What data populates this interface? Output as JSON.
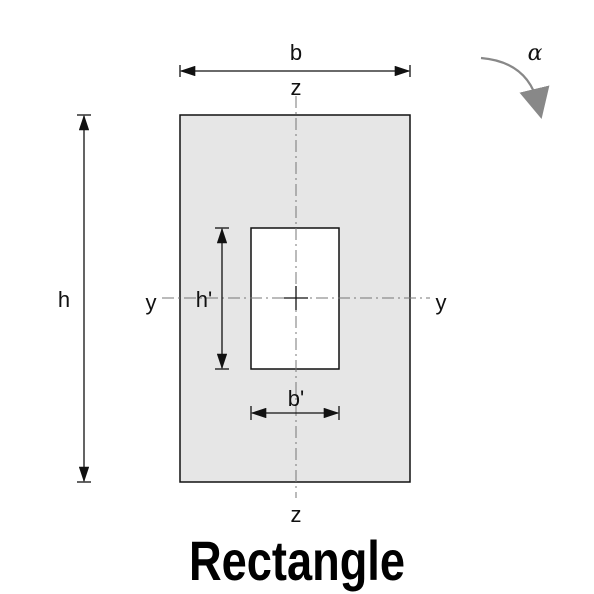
{
  "diagram": {
    "title": "Rectangle",
    "labels": {
      "outer_width": "b",
      "outer_height": "h",
      "inner_width": "b'",
      "inner_height": "h'",
      "axis_vertical_top": "z",
      "axis_vertical_bottom": "z",
      "axis_horizontal_left": "y",
      "axis_horizontal_right": "y",
      "rotation": "α"
    },
    "colors": {
      "section_fill": "#e6e6e6",
      "hole_fill": "#ffffff",
      "stroke": "#111111",
      "axis": "#777777",
      "rotation_arrow": "#888888"
    }
  }
}
